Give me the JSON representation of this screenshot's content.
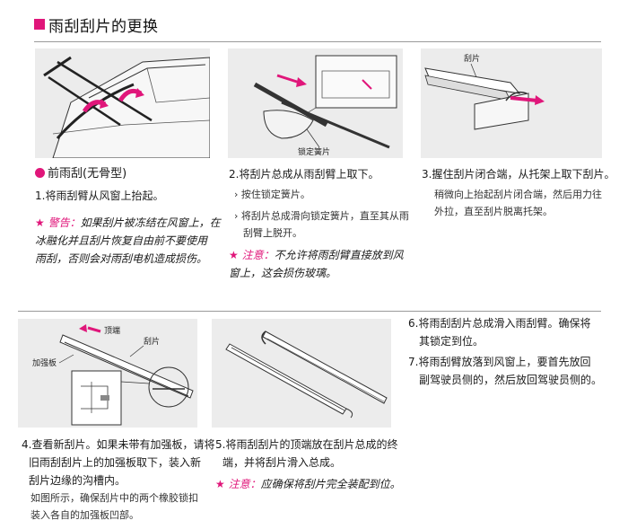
{
  "header": {
    "title": "雨刮刮片的更换"
  },
  "section_front": {
    "heading": "前雨刮(无骨型)"
  },
  "steps": {
    "s1": {
      "text": "1.将雨刮臂从风窗上抬起。"
    },
    "s1_warning": {
      "star": "★",
      "label": "警告：",
      "lines": [
        "如果刮片被冻结在风窗上，在",
        "冰融化并且刮片恢复自由前不要使用",
        "雨刮，否则会对雨刮电机造成损伤。"
      ]
    },
    "s2": {
      "text": "2.将刮片总成从雨刮臂上取下。",
      "sub1": "按住锁定簧片。",
      "sub2_lines": [
        "将刮片总成滑向锁定簧片，直至其从雨",
        "刮臂上脱开。"
      ]
    },
    "s2_caution": {
      "star": "★",
      "label": "注意：",
      "lines": [
        "不允许将雨刮臂直接放到风",
        "窗上，这会损伤玻璃。"
      ]
    },
    "s3": {
      "text": "3.握住刮片闭合端，从托架上取下刮片。",
      "detail_lines": [
        "稍微向上抬起刮片闭合端，然后用力往",
        "外拉，直至刮片脱离托架。"
      ]
    },
    "s4": {
      "lines": [
        "4.查看新刮片。如果未带有加强板，请将",
        "旧雨刮刮片上的加强板取下，装入新",
        "刮片边缘的沟槽内。"
      ],
      "detail_lines": [
        "如图所示，确保刮片中的两个橡胶锁扣",
        "装入各自的加强板凹部。"
      ]
    },
    "s5": {
      "lines": [
        "5.将雨刮刮片的顶端放在刮片总成的终",
        "端，并将刮片滑入总成。"
      ]
    },
    "s5_caution": {
      "star": "★",
      "label": "注意：",
      "text": "应确保将刮片完全装配到位。"
    },
    "s6": {
      "lines": [
        "6.将雨刮刮片总成滑入雨刮臂。确保将",
        "其锁定到位。"
      ]
    },
    "s7": {
      "lines": [
        "7.将雨刮臂放落到风窗上，要首先放回",
        "副驾驶员侧的，然后放回驾驶员侧的。"
      ]
    }
  },
  "figures": {
    "fig2": {
      "callout": "锁定簧片"
    },
    "fig3": {
      "callout": "刮片"
    },
    "fig4": {
      "callout_top": "顶端",
      "callout_blade": "刮片",
      "callout_plate": "加强板"
    }
  },
  "colors": {
    "accent": "#e0167a",
    "panel_bg": "#ececec",
    "rule": "#9a9a9a"
  }
}
